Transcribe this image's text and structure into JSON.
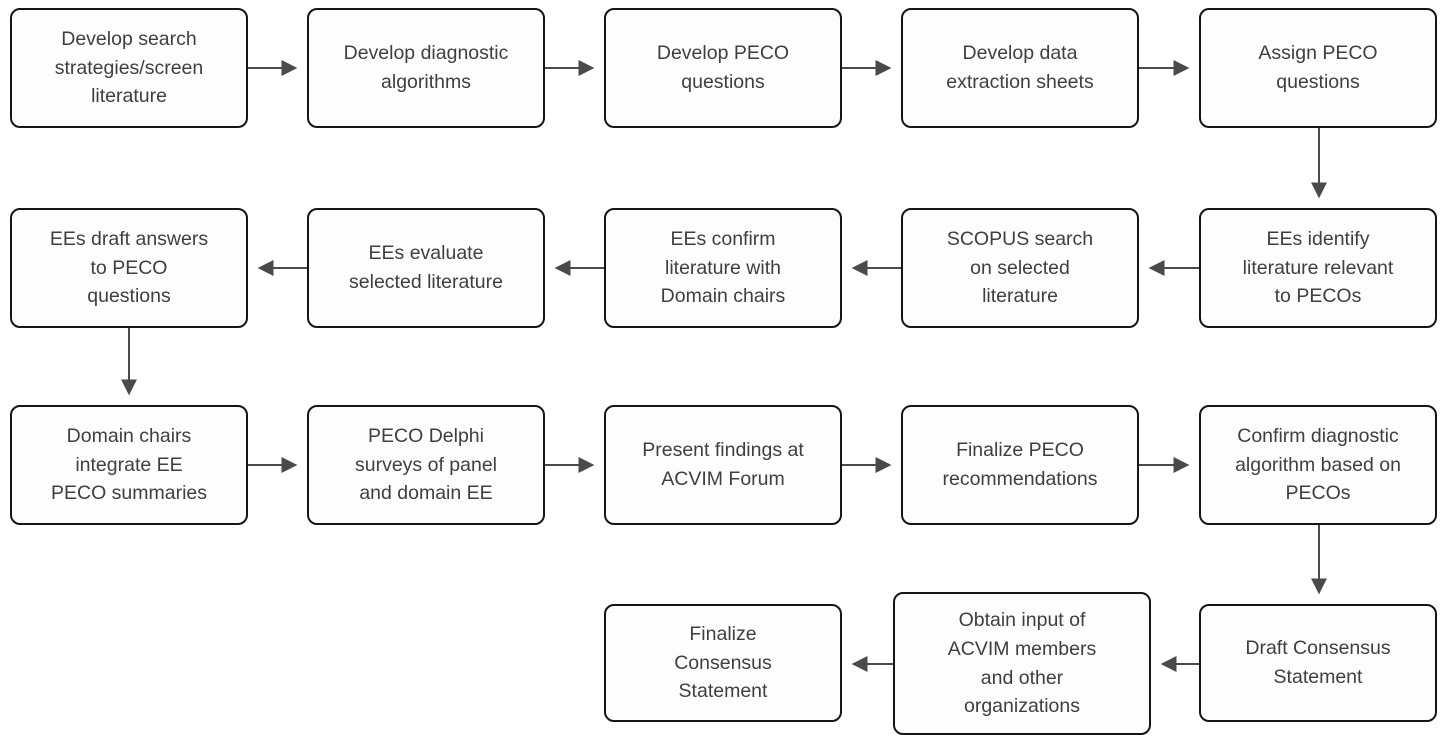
{
  "diagram": {
    "type": "flowchart",
    "description": "Process flowchart of consensus statement development",
    "colors": {
      "box_fill": "#fdfdfd",
      "box_border": "#161616",
      "arrow": "#4a4a4a",
      "text": "#3f3f3f",
      "background": "#ffffff"
    }
  },
  "nodes": [
    {
      "id": "n1",
      "label": "Develop search\nstrategies/screen\nliterature"
    },
    {
      "id": "n2",
      "label": "Develop diagnostic\nalgorithms"
    },
    {
      "id": "n3",
      "label": "Develop PECO\nquestions"
    },
    {
      "id": "n4",
      "label": "Develop data\nextraction sheets"
    },
    {
      "id": "n5",
      "label": "Assign PECO\nquestions"
    },
    {
      "id": "n6",
      "label": "EEs identify\nliterature relevant\nto PECOs"
    },
    {
      "id": "n7",
      "label": "SCOPUS search\non selected\nliterature"
    },
    {
      "id": "n8",
      "label": "EEs confirm\nliterature with\nDomain chairs"
    },
    {
      "id": "n9",
      "label": "EEs evaluate\nselected literature"
    },
    {
      "id": "n10",
      "label": "EEs draft answers\nto PECO\nquestions"
    },
    {
      "id": "n11",
      "label": "Domain chairs\nintegrate EE\nPECO summaries"
    },
    {
      "id": "n12",
      "label": "PECO Delphi\nsurveys of panel\nand domain EE"
    },
    {
      "id": "n13",
      "label": "Present findings at\nACVIM Forum"
    },
    {
      "id": "n14",
      "label": "Finalize PECO\nrecommendations"
    },
    {
      "id": "n15",
      "label": "Confirm diagnostic\nalgorithm based on\nPECOs"
    },
    {
      "id": "n16",
      "label": "Draft Consensus\nStatement"
    },
    {
      "id": "n17",
      "label": "Obtain input of\nACVIM members\nand other\norganizations"
    },
    {
      "id": "n18",
      "label": "Finalize\nConsensus\nStatement"
    }
  ],
  "edges": [
    {
      "from": "n1",
      "to": "n2",
      "direction": "right"
    },
    {
      "from": "n2",
      "to": "n3",
      "direction": "right"
    },
    {
      "from": "n3",
      "to": "n4",
      "direction": "right"
    },
    {
      "from": "n4",
      "to": "n5",
      "direction": "right"
    },
    {
      "from": "n5",
      "to": "n6",
      "direction": "down"
    },
    {
      "from": "n6",
      "to": "n7",
      "direction": "left"
    },
    {
      "from": "n7",
      "to": "n8",
      "direction": "left"
    },
    {
      "from": "n8",
      "to": "n9",
      "direction": "left"
    },
    {
      "from": "n9",
      "to": "n10",
      "direction": "left"
    },
    {
      "from": "n10",
      "to": "n11",
      "direction": "down"
    },
    {
      "from": "n11",
      "to": "n12",
      "direction": "right"
    },
    {
      "from": "n12",
      "to": "n13",
      "direction": "right"
    },
    {
      "from": "n13",
      "to": "n14",
      "direction": "right"
    },
    {
      "from": "n14",
      "to": "n15",
      "direction": "right"
    },
    {
      "from": "n15",
      "to": "n16",
      "direction": "down"
    },
    {
      "from": "n16",
      "to": "n17",
      "direction": "left"
    },
    {
      "from": "n17",
      "to": "n18",
      "direction": "left"
    }
  ]
}
